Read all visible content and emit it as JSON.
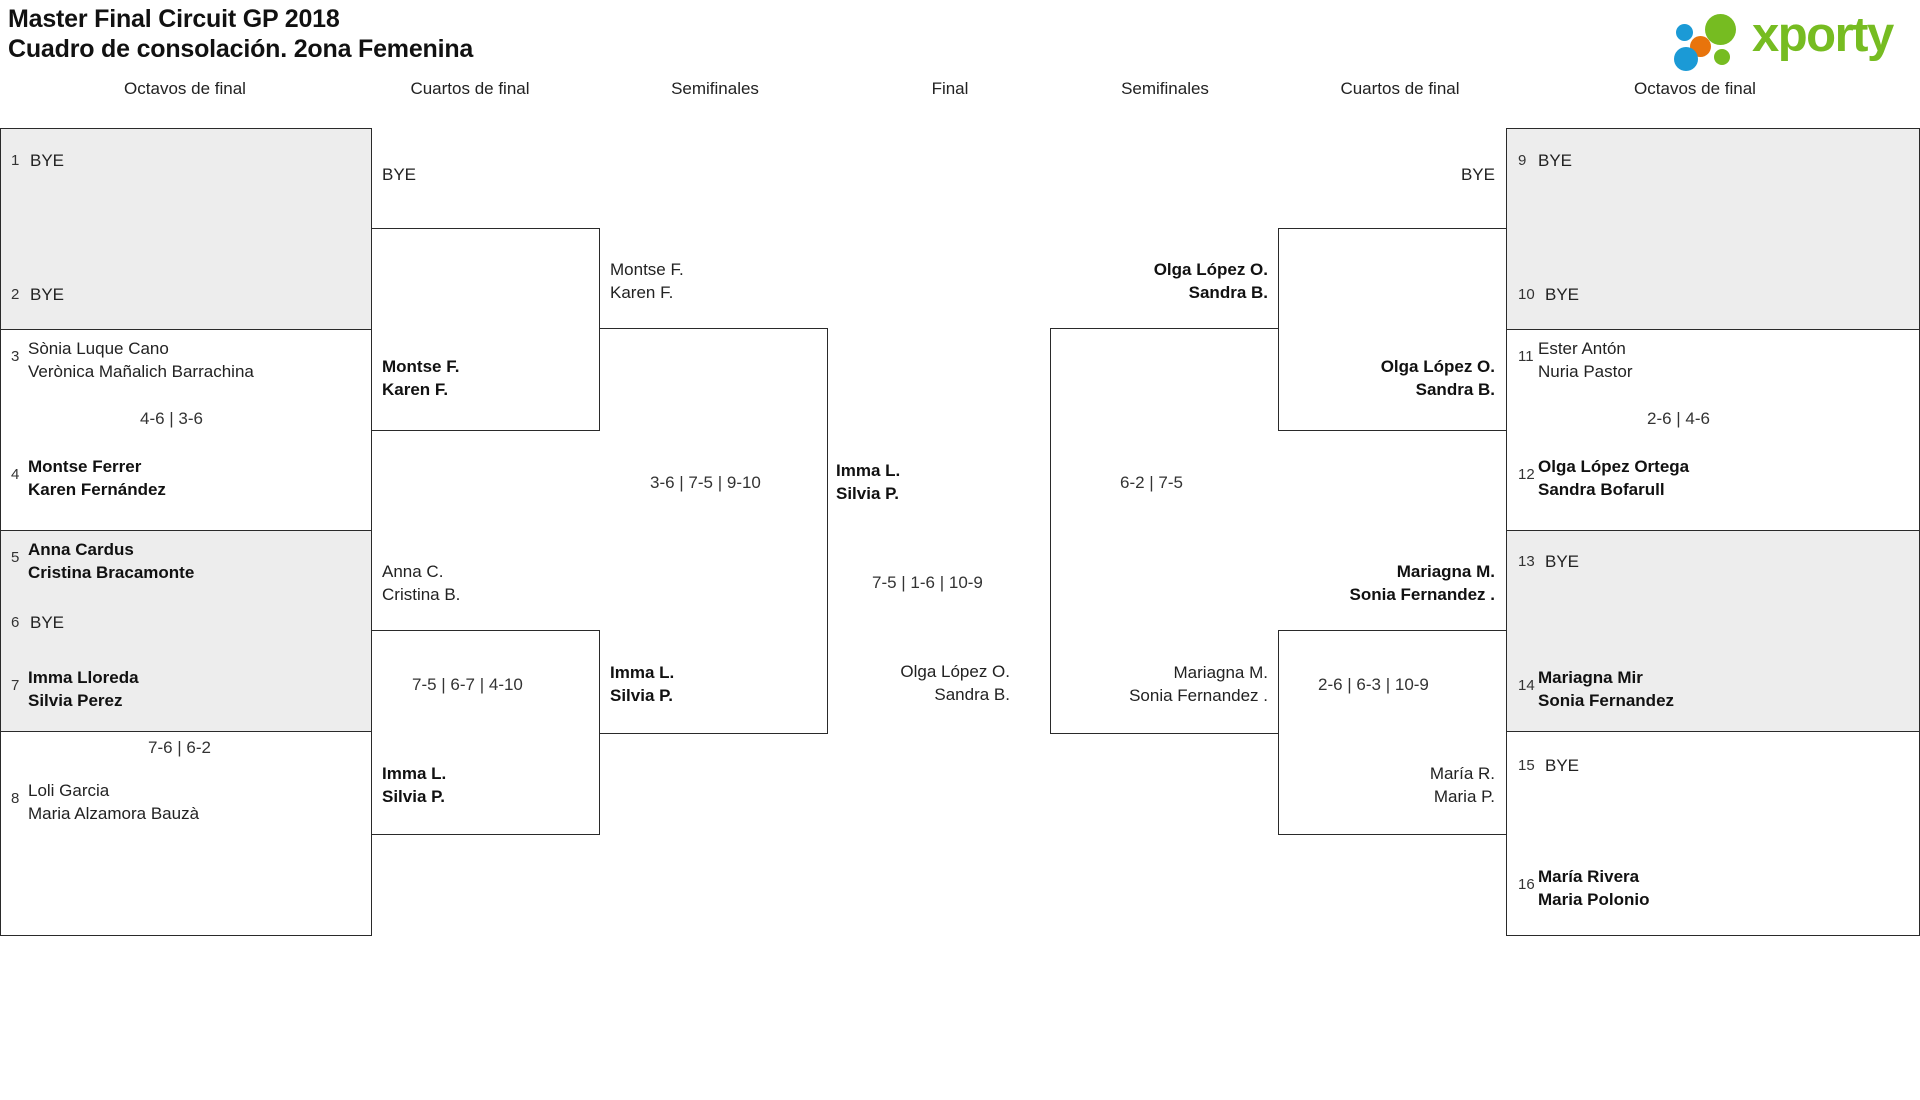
{
  "header": {
    "title_line1": "Master Final Circuit GP 2018",
    "title_line2": "Cuadro de consolación. 2ona Femenina",
    "logo_text": "xporty",
    "logo_colors": {
      "green": "#76bc21",
      "blue": "#1b9ad6",
      "orange": "#e8740c"
    }
  },
  "round_headers": {
    "left_r16": "Octavos de final",
    "left_qf": "Cuartos de final",
    "left_sf": "Semifinales",
    "final": "Final",
    "right_sf": "Semifinales",
    "right_qf": "Cuartos de final",
    "right_r16": "Octavos de final"
  },
  "colors": {
    "shaded_box": "#ededed",
    "border": "#2a2a2a",
    "text": "#222222"
  },
  "bye_label": "BYE",
  "left": {
    "r16": [
      {
        "seed": "1",
        "p1": "BYE",
        "p2": "",
        "winner": false,
        "shaded": true,
        "score": ""
      },
      {
        "seed": "2",
        "p1": "BYE",
        "p2": "",
        "winner": false,
        "shaded": true,
        "score": ""
      },
      {
        "seed": "3",
        "p1": "Sònia Luque Cano",
        "p2": "Verònica Mañalich Barrachina",
        "winner": false,
        "shaded": false,
        "score": "4-6 | 3-6"
      },
      {
        "seed": "4",
        "p1": "Montse Ferrer",
        "p2": "Karen Fernández",
        "winner": true,
        "shaded": false,
        "score": ""
      },
      {
        "seed": "5",
        "p1": "Anna Cardus",
        "p2": "Cristina Bracamonte",
        "winner": true,
        "shaded": true,
        "score": ""
      },
      {
        "seed": "6",
        "p1": "BYE",
        "p2": "",
        "winner": false,
        "shaded": true,
        "score": ""
      },
      {
        "seed": "7",
        "p1": "Imma Lloreda",
        "p2": "Silvia Perez",
        "winner": true,
        "shaded": false,
        "score": "7-6 | 6-2"
      },
      {
        "seed": "8",
        "p1": "Loli Garcia",
        "p2": "Maria Alzamora Bauzà",
        "winner": false,
        "shaded": false,
        "score": ""
      }
    ],
    "qf": [
      {
        "p1": "BYE",
        "p2": "",
        "winner": false,
        "score": ""
      },
      {
        "p1": "Montse F.",
        "p2": "Karen F.",
        "winner": true,
        "score": ""
      },
      {
        "p1": "Anna C.",
        "p2": "Cristina B.",
        "winner": false,
        "score": "7-5 | 6-7 | 4-10"
      },
      {
        "p1": "Imma L.",
        "p2": "Silvia P.",
        "winner": true,
        "score": ""
      }
    ],
    "sf": [
      {
        "p1": "Montse F.",
        "p2": "Karen F.",
        "winner": false,
        "score": "3-6 | 7-5 | 9-10"
      },
      {
        "p1": "Imma L.",
        "p2": "Silvia P.",
        "winner": true,
        "score": ""
      }
    ]
  },
  "final": {
    "top": {
      "p1": "Imma L.",
      "p2": "Silvia P.",
      "winner": true
    },
    "bottom": {
      "p1": "Olga López O.",
      "p2": "Sandra B.",
      "winner": false
    },
    "score": "7-5 | 1-6 | 10-9"
  },
  "right": {
    "sf": [
      {
        "p1": "Olga López O.",
        "p2": "Sandra B.",
        "winner": true,
        "score": "6-2 | 7-5"
      },
      {
        "p1": "Mariagna M.",
        "p2": "Sonia Fernandez .",
        "winner": false,
        "score": ""
      }
    ],
    "qf": [
      {
        "p1": "BYE",
        "p2": "",
        "winner": false,
        "score": ""
      },
      {
        "p1": "Olga López O.",
        "p2": "Sandra B.",
        "winner": true,
        "score": ""
      },
      {
        "p1": "Mariagna M.",
        "p2": "Sonia Fernandez .",
        "winner": true,
        "score": "2-6 | 6-3 | 10-9"
      },
      {
        "p1": "María R.",
        "p2": "Maria P.",
        "winner": false,
        "score": ""
      }
    ],
    "r16": [
      {
        "seed": "9",
        "p1": "BYE",
        "p2": "",
        "winner": false,
        "shaded": true,
        "score": ""
      },
      {
        "seed": "10",
        "p1": "BYE",
        "p2": "",
        "winner": false,
        "shaded": true,
        "score": ""
      },
      {
        "seed": "11",
        "p1": "Ester Antón",
        "p2": "Nuria Pastor",
        "winner": false,
        "shaded": false,
        "score": "2-6 | 4-6"
      },
      {
        "seed": "12",
        "p1": "Olga López Ortega",
        "p2": "Sandra Bofarull",
        "winner": true,
        "shaded": false,
        "score": ""
      },
      {
        "seed": "13",
        "p1": "BYE",
        "p2": "",
        "winner": false,
        "shaded": true,
        "score": ""
      },
      {
        "seed": "14",
        "p1": "Mariagna Mir",
        "p2": "Sonia Fernandez",
        "winner": true,
        "shaded": true,
        "score": ""
      },
      {
        "seed": "15",
        "p1": "BYE",
        "p2": "",
        "winner": false,
        "shaded": false,
        "score": ""
      },
      {
        "seed": "16",
        "p1": "María Rivera",
        "p2": "Maria Polonio",
        "winner": true,
        "shaded": false,
        "score": ""
      }
    ]
  }
}
